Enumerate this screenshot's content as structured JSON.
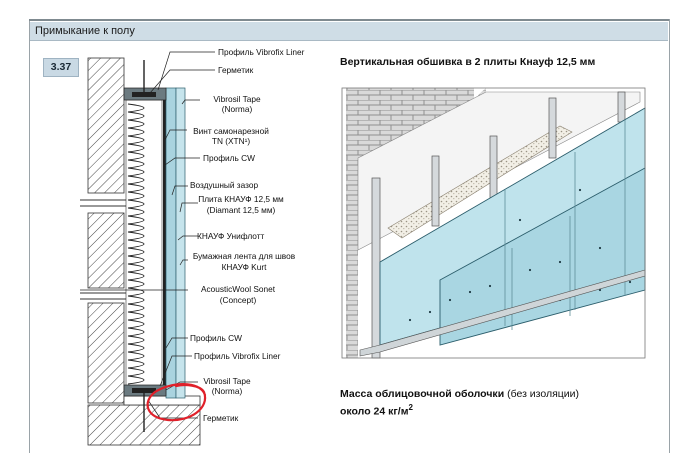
{
  "header": {
    "title": "Примыкание к полу"
  },
  "badge": "3.37",
  "labels": {
    "vibrofix_liner_top": "Профиль Vibrofix  Liner",
    "sealant_top": "Герметик",
    "vibrosil_tape_1": "Vibrosil Tape",
    "vibrosil_tape_1b": "(Norma)",
    "screw_1": "Винт самонарезной",
    "screw_2": "TN (XTN¹)",
    "profile_cw_top": "Профиль CW",
    "air_gap": "Воздушный зазор",
    "board_1": "Плита КНАУФ 12,5 мм",
    "board_2": "(Diamant 12,5 мм)",
    "uniflott": "КНАУФ Унифлотт",
    "paper_tape_1": "Бумажная лента для швов",
    "paper_tape_2": "КНАУФ Kurt",
    "acousticwool_1": "AcousticWool Sonet",
    "acousticwool_2": "(Concept)",
    "profile_cw_bottom": "Профиль CW",
    "vibrofix_liner_bottom": "Профиль Vibrofix  Liner",
    "vibrosil_tape_2": "Vibrosil Tape",
    "vibrosil_tape_2b": "(Norma)",
    "sealant_bottom": "Герметик"
  },
  "right": {
    "title": "Вертикальная обшивка в 2 плиты Кнауф 12,5 мм",
    "mass_bold": "Масса облицовочной оболочки",
    "mass_normal": " (без изоляции)",
    "mass_value": "около 24 кг/м",
    "mass_sup": "2"
  },
  "colors": {
    "header": "#cfdde6",
    "board": "#b7dbe6",
    "annotation": "#e0202a",
    "hatch": "#555555"
  }
}
